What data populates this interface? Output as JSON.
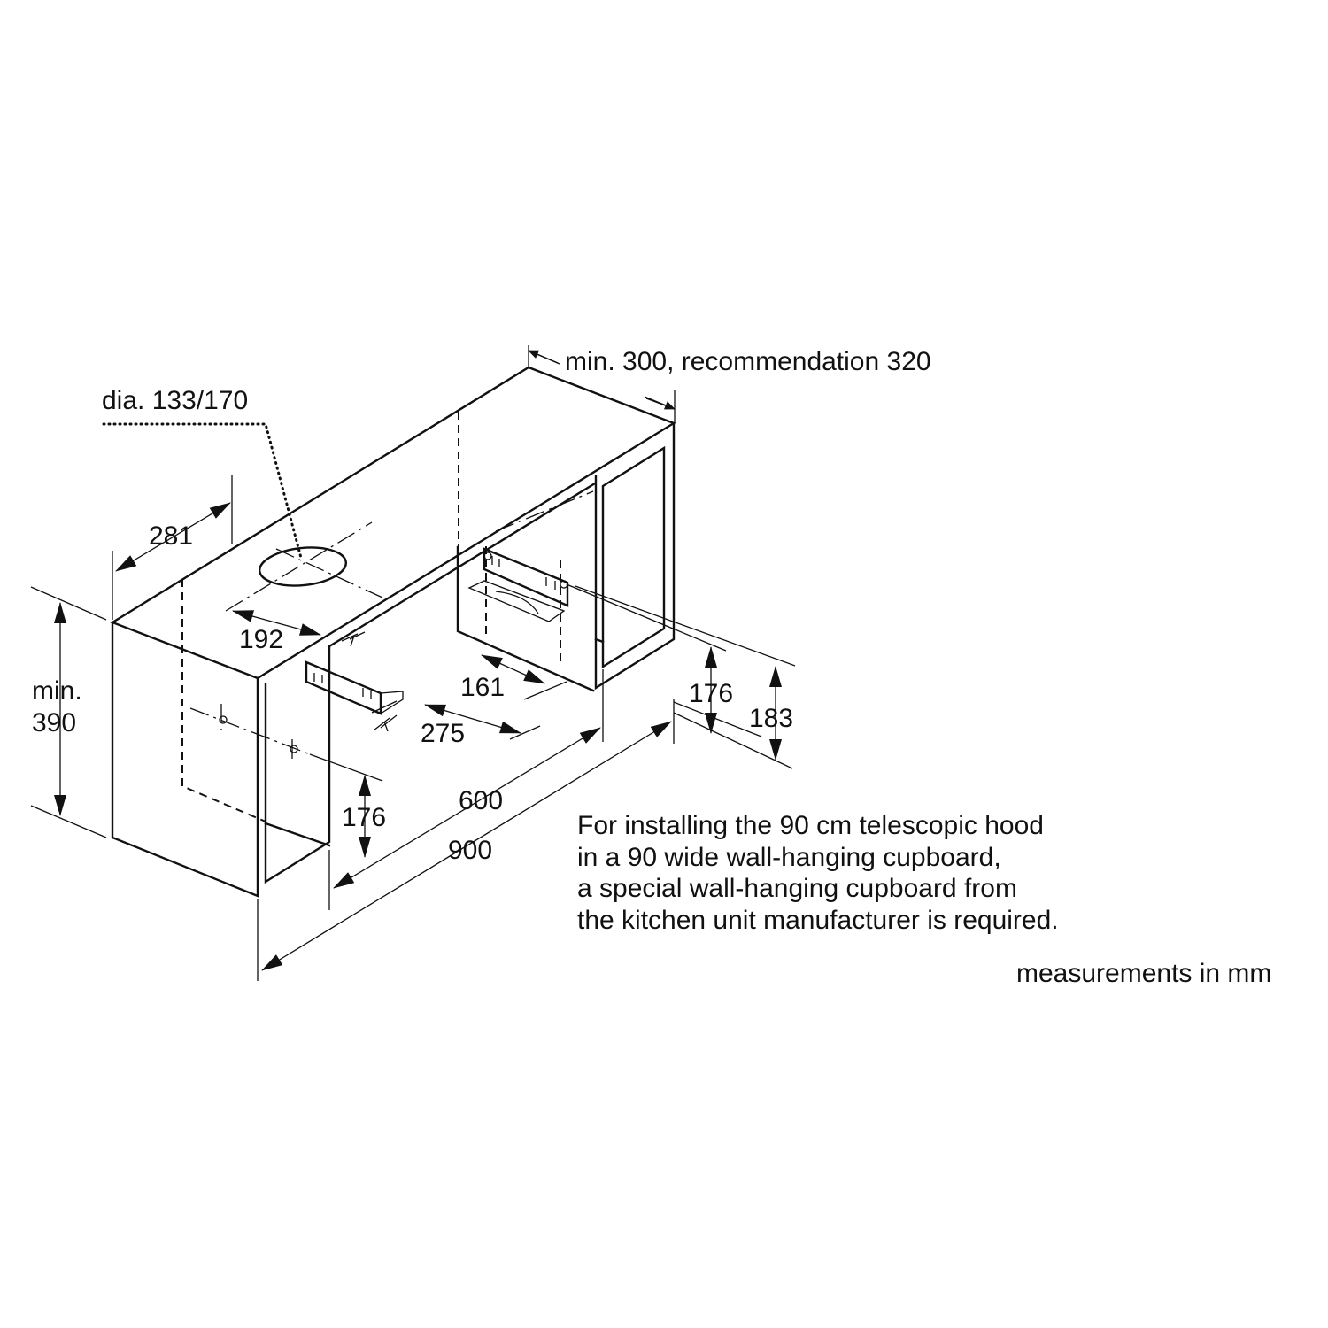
{
  "dimensions": {
    "min_depth": "min. 300, recommendation 320",
    "duct_diameter": "dia. 133/170",
    "offset_281": "281",
    "offset_192": "192",
    "height_min_line1": "min.",
    "height_min_line2": "390",
    "bracket_spacing_161": "161",
    "bracket_spacing_275": "275",
    "height_176_right": "176",
    "height_183": "183",
    "height_176_left": "176",
    "width_600": "600",
    "width_900": "900"
  },
  "note": {
    "line1": "For installing the 90 cm telescopic hood",
    "line2": "in a 90 wide wall-hanging cupboard,",
    "line3": "a special wall-hanging cupboard from",
    "line4": "the kitchen unit manufacturer is required."
  },
  "units": "measurements in mm"
}
